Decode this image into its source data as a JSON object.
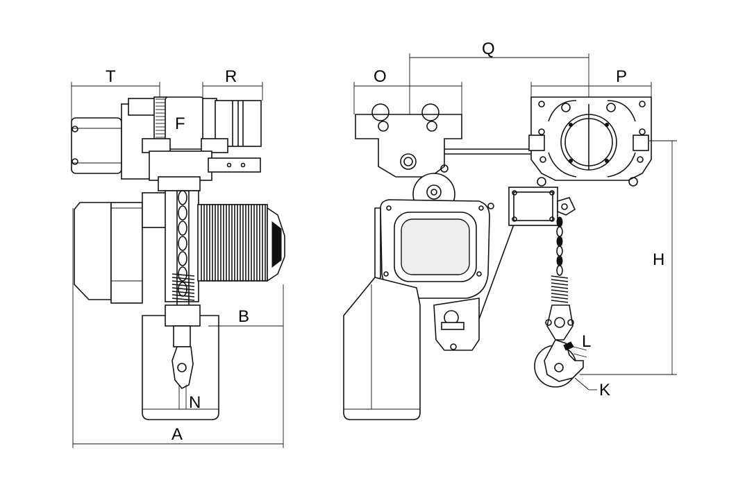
{
  "labels": {
    "T": "T",
    "R": "R",
    "F": "F",
    "B": "B",
    "N": "N",
    "A": "A",
    "O": "O",
    "Q": "Q",
    "P": "P",
    "H": "H",
    "L": "L",
    "K": "K"
  }
}
